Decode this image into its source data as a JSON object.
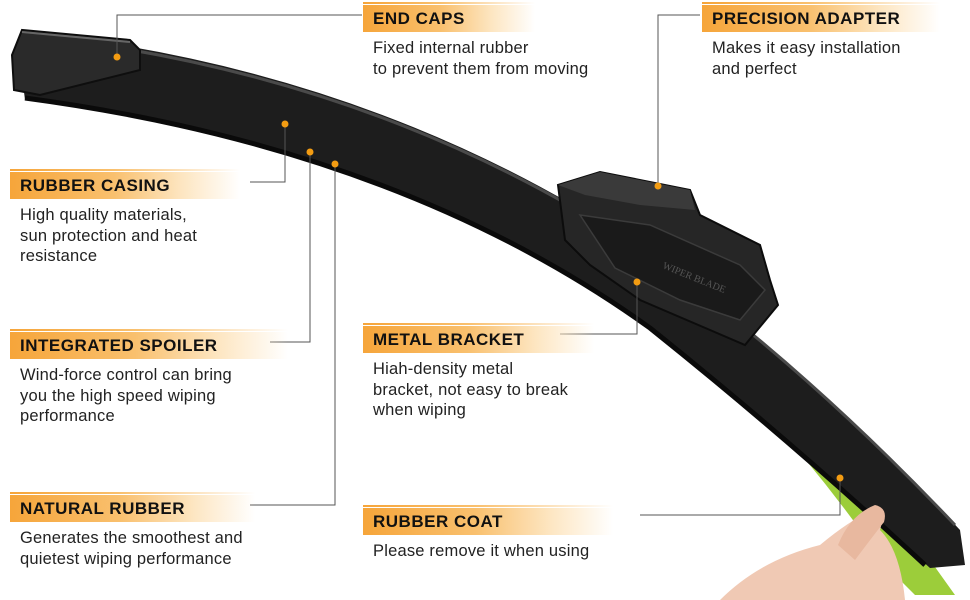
{
  "blade_text": "WIPER BLADE",
  "colors": {
    "accent": "#f6a53a",
    "blade": "#1a1a1a",
    "rubber": "#9ccd3a",
    "leader": "#555555"
  },
  "callouts": {
    "end_caps": {
      "title": "END CAPS",
      "lines": [
        "Fixed internal rubber",
        "to prevent them from moving"
      ]
    },
    "precision_adapter": {
      "title": "PRECISION ADAPTER",
      "lines": [
        "Makes it easy installation",
        "and perfect"
      ]
    },
    "rubber_casing": {
      "title": "RUBBER CASING",
      "lines": [
        "High quality materials,",
        "sun protection and heat",
        "resistance"
      ]
    },
    "integrated_spoiler": {
      "title": "INTEGRATED SPOILER",
      "lines": [
        "Wind-force control can bring",
        "you the high speed wiping",
        "performance"
      ]
    },
    "metal_bracket": {
      "title": "METAL BRACKET",
      "lines": [
        "Hiah-density metal",
        "bracket, not easy to break",
        "when wiping"
      ]
    },
    "natural_rubber": {
      "title": "NATURAL RUBBER",
      "lines": [
        "Generates the smoothest and",
        "quietest wiping performance"
      ]
    },
    "rubber_coat": {
      "title": "RUBBER COAT",
      "lines": [
        "Please remove it when using"
      ]
    }
  }
}
